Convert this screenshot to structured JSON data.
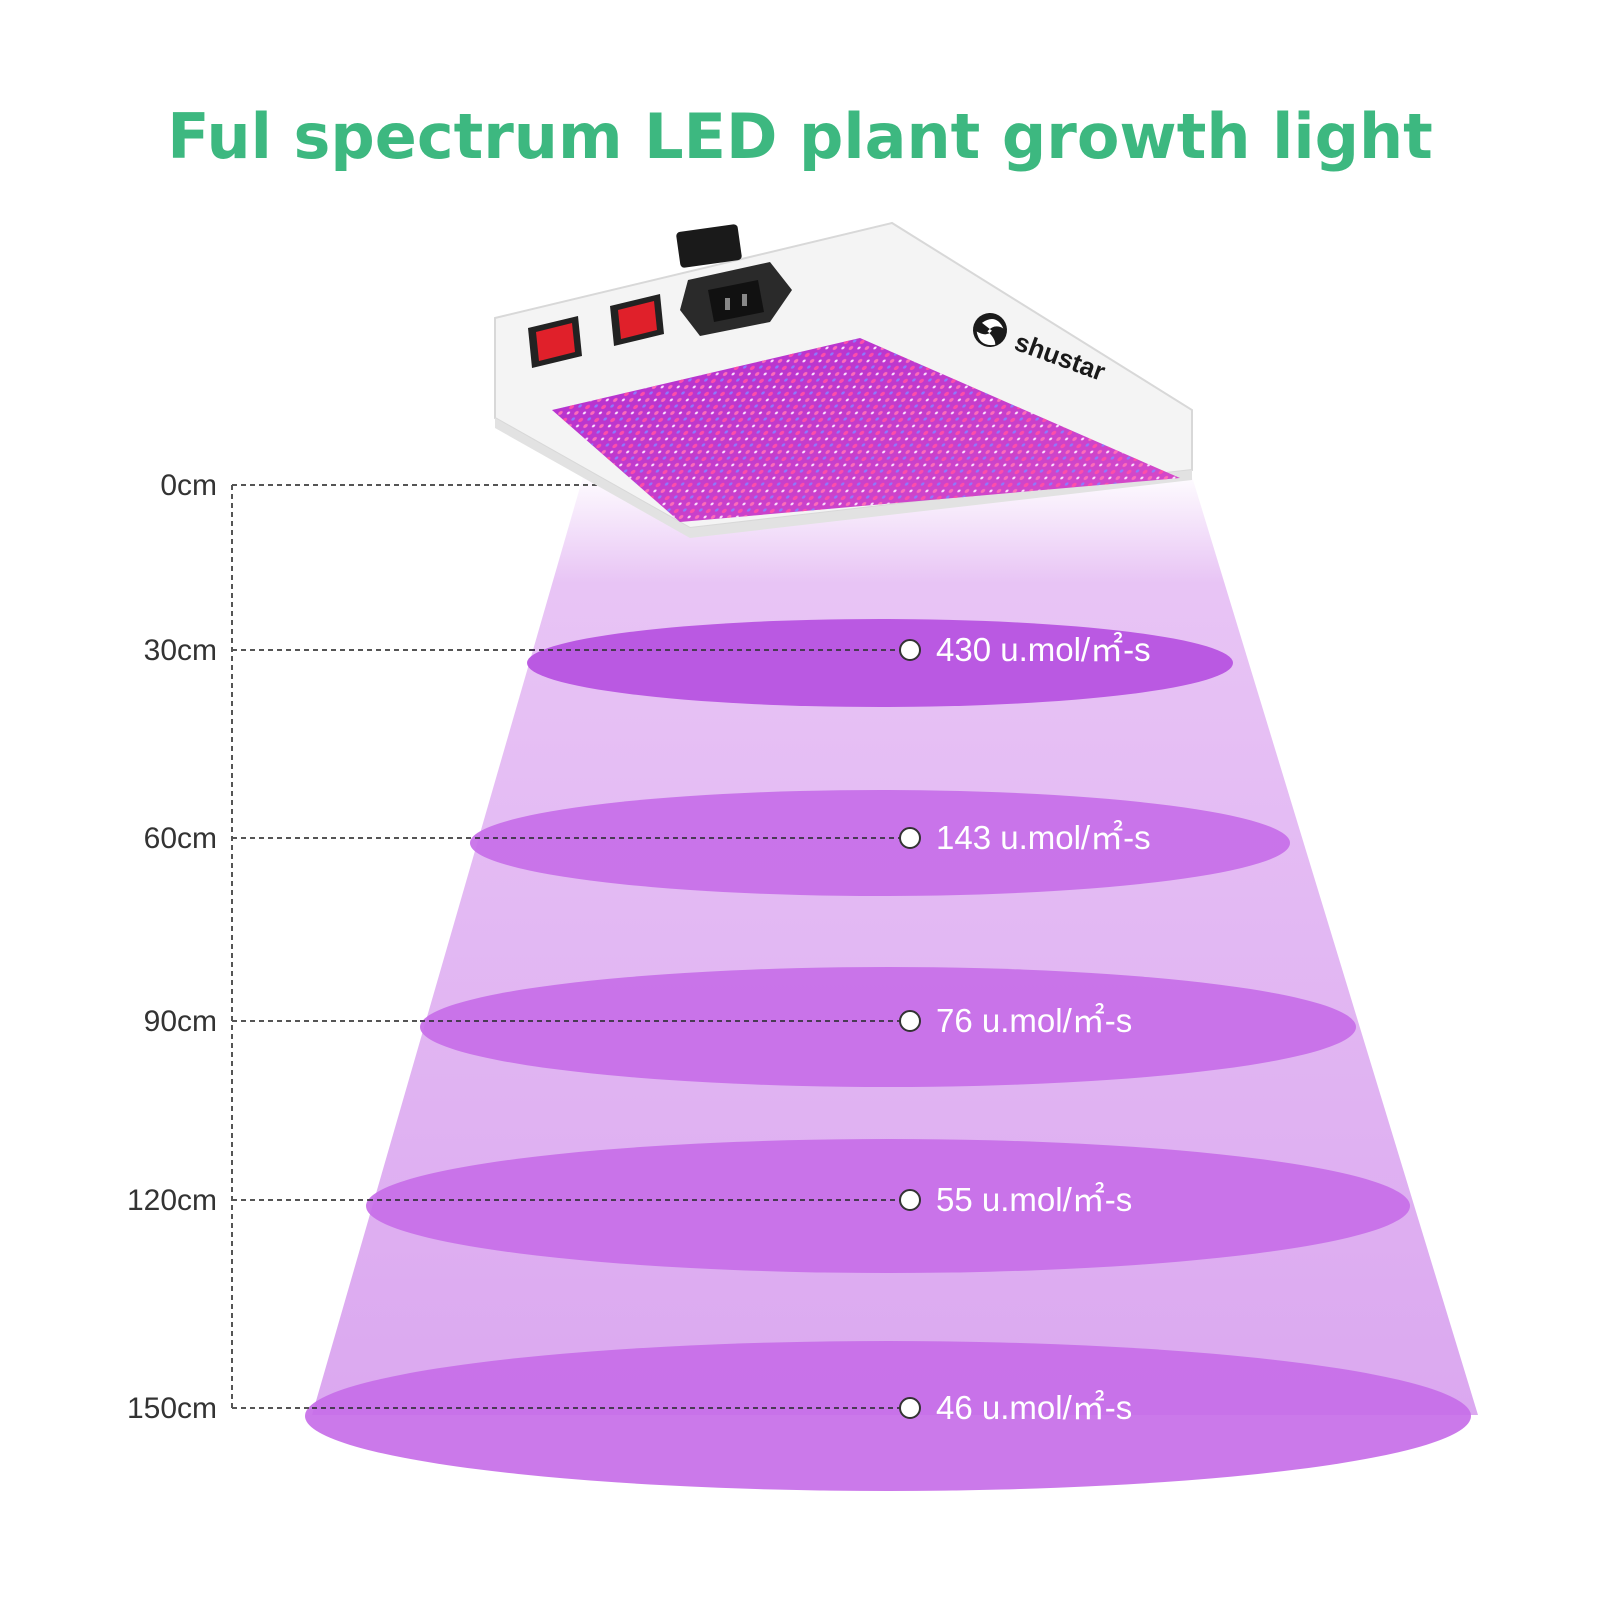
{
  "title": "Ful spectrum LED plant growth light",
  "brand": {
    "name": "shustar",
    "logo_icon": "swirl-logo-icon"
  },
  "colors": {
    "title": "#3db880",
    "beam": "#e3b8f3",
    "ellipse": "#c76ee8",
    "ellipse_top": "#b650e0",
    "dash": "#555555",
    "led_bg": "#c63fd8",
    "housing": "#f2f2f2",
    "switch": "#e0202a"
  },
  "product": {
    "switches": 2,
    "power_socket": "power-socket-icon"
  },
  "diagram": {
    "height_unit": "cm",
    "levels": [
      {
        "height": "0cm",
        "ppfd": ""
      },
      {
        "height": "30cm",
        "ppfd": "430 u.mol/㎡-s"
      },
      {
        "height": "60cm",
        "ppfd": "143 u.mol/㎡-s"
      },
      {
        "height": "90cm",
        "ppfd": "76 u.mol/㎡-s"
      },
      {
        "height": "120cm",
        "ppfd": "55 u.mol/㎡-s"
      },
      {
        "height": "150cm",
        "ppfd": "46 u.mol/㎡-s"
      }
    ]
  }
}
